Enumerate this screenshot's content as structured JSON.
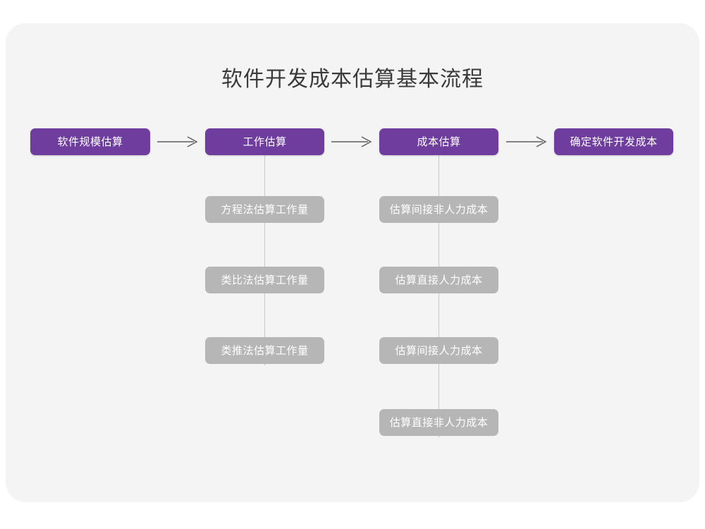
{
  "page": {
    "background_color": "#ffffff",
    "card_color": "#f4f4f4"
  },
  "diagram": {
    "title": "软件开发成本估算基本流程",
    "colors": {
      "primary": "#6f3d9e",
      "secondary": "#b6b6b6",
      "connector": "#c9c9c9",
      "arrow": "#5c5c5c",
      "title_text": "#3a3a3a",
      "node_text": "#ffffff"
    },
    "main_flow": [
      {
        "id": "n0",
        "label": "软件规模估算"
      },
      {
        "id": "n1",
        "label": "工作估算"
      },
      {
        "id": "n2",
        "label": "成本估算"
      },
      {
        "id": "n3",
        "label": "确定软件开发成本"
      }
    ],
    "arrows": [
      {
        "id": "arr0",
        "from": "软件规模估算",
        "to": "工作估算",
        "glyph": "arrow-right-icon"
      },
      {
        "id": "arr1",
        "from": "工作估算",
        "to": "成本估算",
        "glyph": "arrow-right-icon"
      },
      {
        "id": "arr2",
        "from": "成本估算",
        "to": "确定软件开发成本",
        "glyph": "arrow-right-icon"
      }
    ],
    "sub_flows": [
      {
        "parent": "工作估算",
        "items": [
          {
            "id": "a0",
            "label": "方程法估算工作量"
          },
          {
            "id": "a1",
            "label": "类比法估算工作量"
          },
          {
            "id": "a2",
            "label": "类推法估算工作量"
          }
        ]
      },
      {
        "parent": "成本估算",
        "items": [
          {
            "id": "b0",
            "label": "估算间接非人力成本"
          },
          {
            "id": "b1",
            "label": "估算直接人力成本"
          },
          {
            "id": "b2",
            "label": "估算间接人力成本"
          },
          {
            "id": "b3",
            "label": "估算直接非人力成本"
          }
        ]
      }
    ]
  }
}
